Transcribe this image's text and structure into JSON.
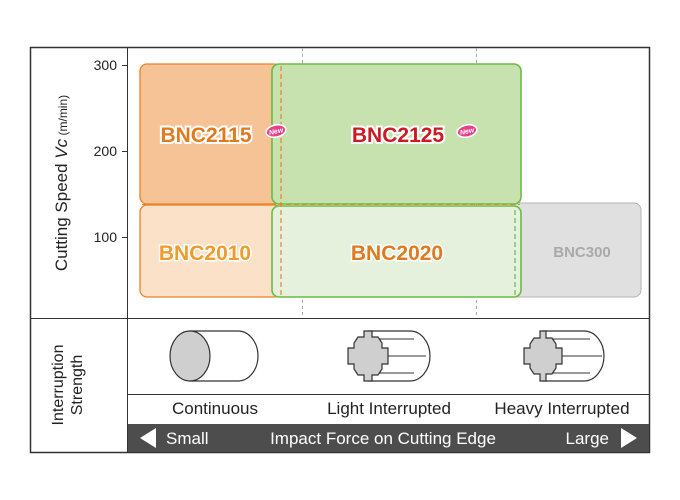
{
  "y_axis": {
    "label_main": "Cutting Speed ",
    "label_var": "Vc",
    "label_unit": " (m/min)",
    "ticks": [
      "300",
      "200",
      "100"
    ]
  },
  "grades": [
    {
      "name": "BNC2115",
      "new_badge": "New",
      "color": "#e07a1e"
    },
    {
      "name": "BNC2125",
      "new_badge": "New",
      "color": "#cc1a25"
    },
    {
      "name": "BNC2010",
      "color": "#f09a2c"
    },
    {
      "name": "BNC2020",
      "color": "#e07a1e"
    },
    {
      "name": "BNC300",
      "color": "#a9a9a9"
    }
  ],
  "interruption": {
    "section_label_line1": "Interruption",
    "section_label_line2": "Strength",
    "categories": [
      "Continuous",
      "Light Interrupted",
      "Heavy Interrupted"
    ]
  },
  "impact_bar": {
    "left": "Small",
    "center": "Impact Force on Cutting Edge",
    "right": "Large"
  },
  "colors": {
    "orange_dark_fill": "#f6c396",
    "orange_border": "#e8832a",
    "orange_light_fill": "#fbe1c8",
    "green_fill": "#c7e2ae",
    "green_light_fill": "#e5f1dc",
    "green_border": "#6abb46",
    "gray_fill": "#e0e0e0",
    "gray_border": "#b3b3b3",
    "badge": "#e4418a",
    "bar_bg": "#4d4d4d"
  }
}
